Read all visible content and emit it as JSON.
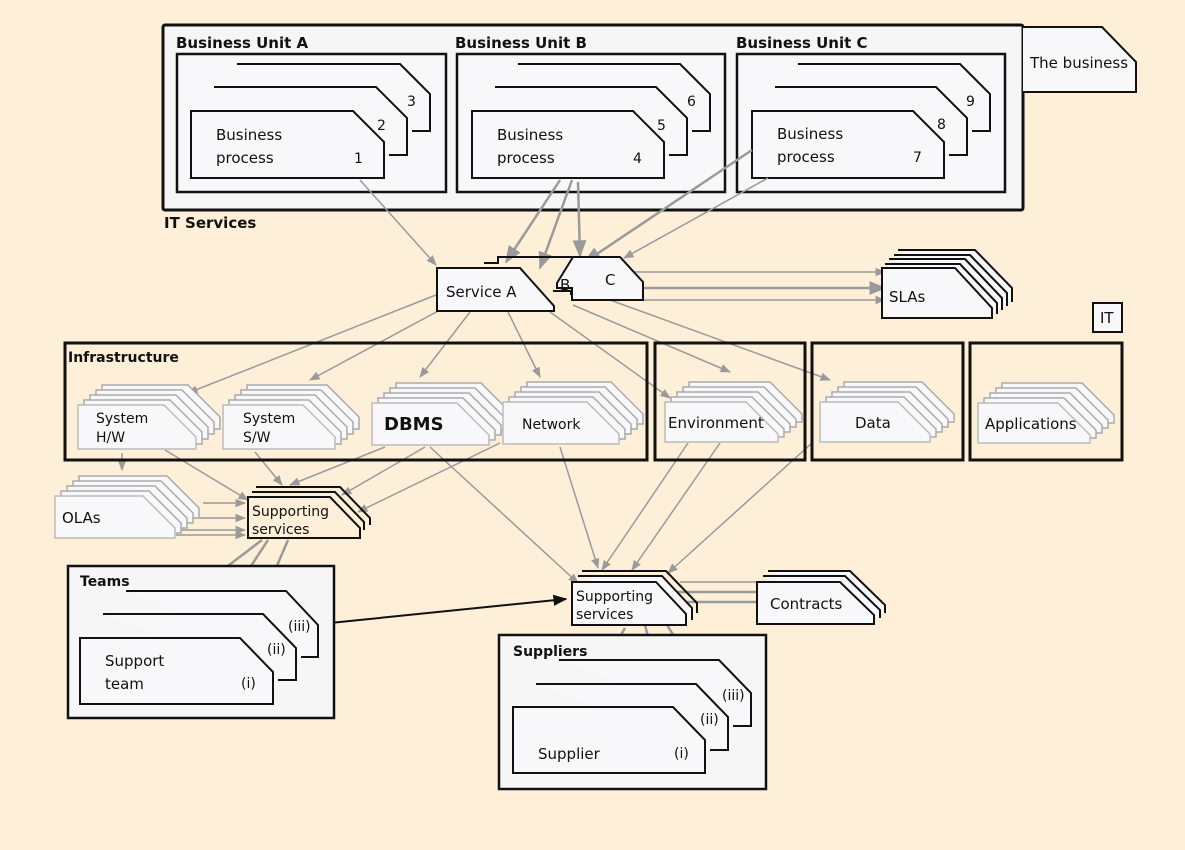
{
  "colors": {
    "background": "#fdefd8",
    "panel": "#f7f6f7",
    "card": "#f8f8fa",
    "outline": "#111111",
    "arrow": "#9a9a9a",
    "card_shadow": "#e6c8ea"
  },
  "business": {
    "tag": "The business",
    "units": [
      {
        "title": "Business Unit A",
        "process_label": [
          "Business",
          "process"
        ],
        "numbers": [
          "1",
          "2",
          "3"
        ]
      },
      {
        "title": "Business Unit B",
        "process_label": [
          "Business",
          "process"
        ],
        "numbers": [
          "4",
          "5",
          "6"
        ]
      },
      {
        "title": "Business Unit C",
        "process_label": [
          "Business",
          "process"
        ],
        "numbers": [
          "7",
          "8",
          "9"
        ]
      }
    ]
  },
  "it_services": {
    "title": "IT Services",
    "services": [
      "Service A",
      "B",
      "C"
    ],
    "slas": "SLAs"
  },
  "it_tag": "IT",
  "infrastructure": {
    "title": "Infrastructure",
    "items": [
      {
        "name": "system-hw",
        "label": [
          "System",
          "H/W"
        ]
      },
      {
        "name": "system-sw",
        "label": [
          "System",
          "S/W"
        ]
      },
      {
        "name": "dbms",
        "label": [
          "DBMS"
        ]
      },
      {
        "name": "network",
        "label": [
          "Network"
        ]
      }
    ]
  },
  "other_it": [
    {
      "name": "environment",
      "label": "Environment"
    },
    {
      "name": "data",
      "label": "Data"
    },
    {
      "name": "applications",
      "label": "Applications"
    }
  ],
  "internal": {
    "olas": "OLAs",
    "supporting_services": [
      "Supporting",
      "services"
    ],
    "teams": {
      "title": "Teams",
      "label": [
        "Support",
        "team"
      ],
      "numbers": [
        "(i)",
        "(ii)",
        "(iii)"
      ]
    }
  },
  "external": {
    "supporting_services": [
      "Supporting",
      "services"
    ],
    "contracts": "Contracts",
    "suppliers": {
      "title": "Suppliers",
      "label": [
        "Supplier"
      ],
      "numbers": [
        "(i)",
        "(ii)",
        "(iii)"
      ]
    }
  }
}
